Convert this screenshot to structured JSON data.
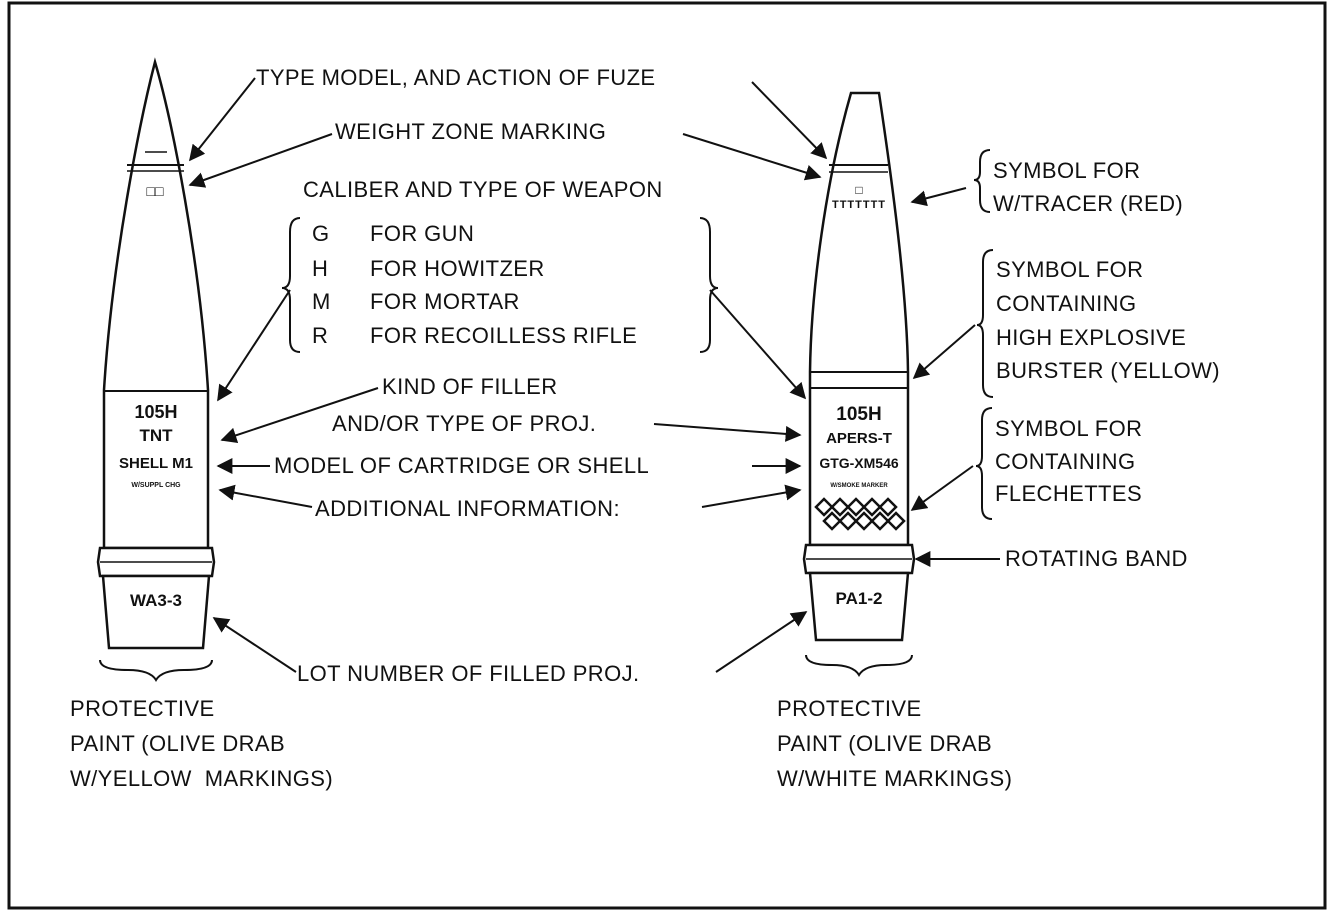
{
  "labels": {
    "type_model_fuze": "TYPE MODEL, AND ACTION OF FUZE",
    "weight_zone": "WEIGHT ZONE MARKING",
    "caliber_weapon": "CALIBER AND TYPE OF WEAPON",
    "weapon_types": [
      {
        "letter": "G",
        "text": "FOR GUN"
      },
      {
        "letter": "H",
        "text": "FOR HOWITZER"
      },
      {
        "letter": "M",
        "text": "FOR MORTAR"
      },
      {
        "letter": "R",
        "text": "FOR RECOILLESS RIFLE"
      }
    ],
    "kind_filler_1": "KIND OF FILLER",
    "kind_filler_2": "AND/OR TYPE OF PROJ.",
    "model_cartridge": "MODEL OF CARTRIDGE OR SHELL",
    "additional_info": "ADDITIONAL INFORMATION:",
    "lot_number": "LOT NUMBER OF FILLED PROJ.",
    "rotating_band": "ROTATING BAND",
    "tracer": [
      "SYMBOL FOR",
      "W/TRACER (RED)"
    ],
    "high_explosive": [
      "SYMBOL FOR",
      "CONTAINING",
      "HIGH EXPLOSIVE",
      "BURSTER (YELLOW)"
    ],
    "flechettes": [
      "SYMBOL FOR",
      "CONTAINING",
      "FLECHETTES"
    ],
    "left_paint": [
      "PROTECTIVE",
      "PAINT (OLIVE DRAB",
      "W/YELLOW  MARKINGS)"
    ],
    "right_paint": [
      "PROTECTIVE",
      "PAINT (OLIVE DRAB",
      "W/WHITE MARKINGS)"
    ]
  },
  "left_shell": {
    "caliber": "105H",
    "filler": "TNT",
    "model": "SHELL M1",
    "additional": "W/SUPPL CHG",
    "weight_zone": "□□",
    "lot": "WA3-3"
  },
  "right_shell": {
    "caliber": "105H",
    "filler": "APERS-T",
    "model": "GTG-XM546",
    "additional": "W/SMOKE MARKER",
    "weight_zone": "□",
    "lot": "PA1-2"
  }
}
